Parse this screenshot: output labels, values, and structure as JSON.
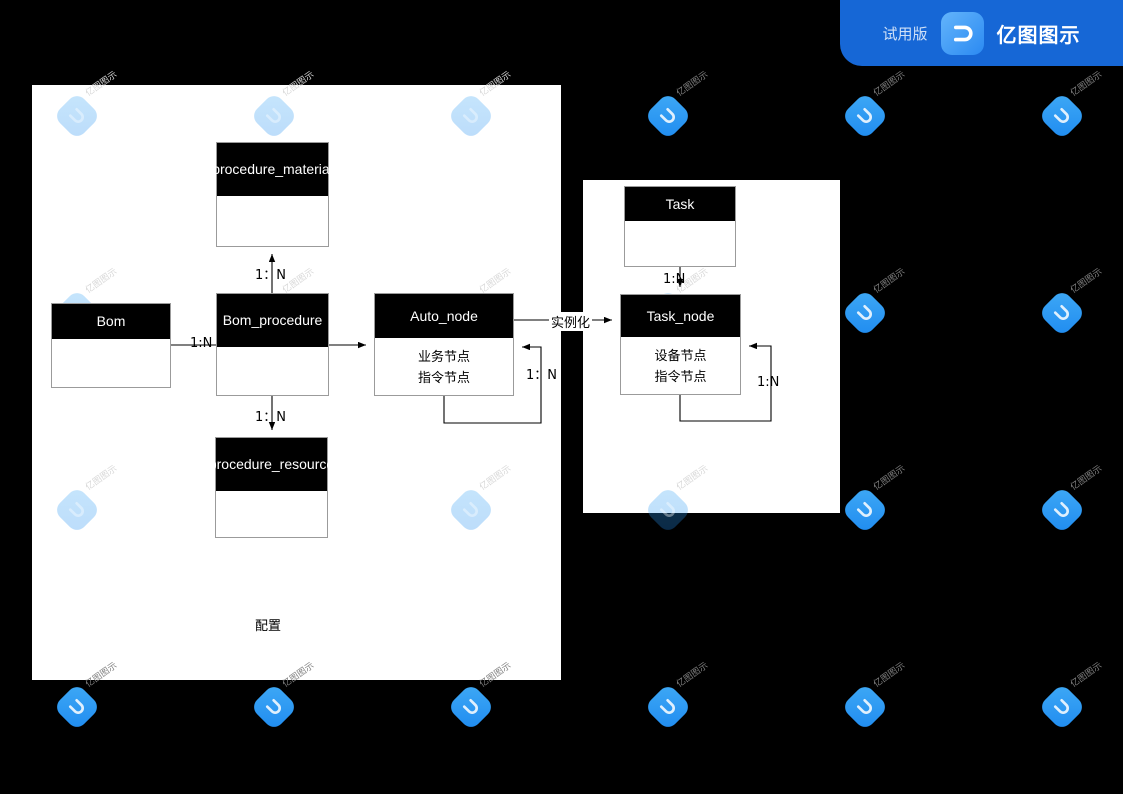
{
  "trial_badge": {
    "trial_label": "试用版",
    "brand_label": "亿图图示",
    "logo_icon": "edraw-logo-icon",
    "bg_color": "#1667d6"
  },
  "watermark": {
    "text": "亿图图示",
    "logo_icon": "edraw-watermark-icon"
  },
  "canvas": {
    "background_color": "#000000",
    "panel_color": "#ffffff",
    "panels": [
      {
        "name": "config-panel"
      },
      {
        "name": "task-panel"
      }
    ]
  },
  "diagram": {
    "type": "er-diagram",
    "entities": [
      {
        "id": "procedure_material",
        "title": "procedure_material",
        "rows": []
      },
      {
        "id": "bom",
        "title": "Bom",
        "rows": []
      },
      {
        "id": "bom_procedure",
        "title": "Bom_procedure",
        "rows": []
      },
      {
        "id": "auto_node",
        "title": "Auto_node",
        "rows": [
          "业务节点",
          "指令节点"
        ]
      },
      {
        "id": "procedure_resource",
        "title": "procedure_resource",
        "rows": []
      },
      {
        "id": "task",
        "title": "Task",
        "rows": []
      },
      {
        "id": "task_node",
        "title": "Task_node",
        "rows": [
          "设备节点",
          "指令节点"
        ]
      }
    ],
    "edges": [
      {
        "from": "bom_procedure",
        "to": "procedure_material",
        "label": "1：N"
      },
      {
        "from": "bom",
        "to": "bom_procedure",
        "label": "1:N"
      },
      {
        "from": "bom_procedure",
        "to": "auto_node",
        "label": ""
      },
      {
        "from": "bom_procedure",
        "to": "procedure_resource",
        "label": "1：N"
      },
      {
        "from": "auto_node",
        "to": "auto_node",
        "label": "1：N"
      },
      {
        "from": "auto_node",
        "to": "task_node",
        "label": "实例化"
      },
      {
        "from": "task",
        "to": "task_node",
        "label": "1:N"
      },
      {
        "from": "task_node",
        "to": "task_node",
        "label": "1:N"
      }
    ],
    "annotations": [
      {
        "id": "config-note",
        "text": "配置"
      }
    ]
  }
}
